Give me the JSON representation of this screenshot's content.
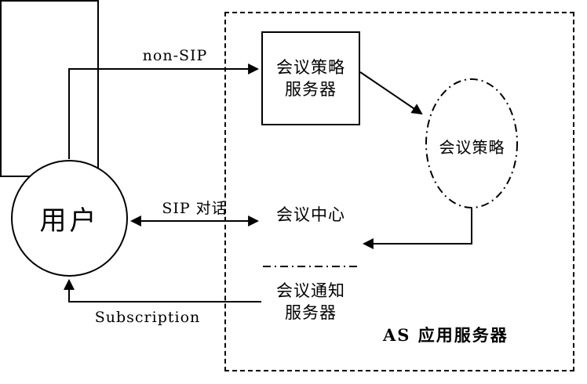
{
  "diagram": {
    "user": {
      "label": "用户"
    },
    "as_container": {
      "label": "AS 应用服务器"
    },
    "policy_server": {
      "line1": "会议策略",
      "line2": "服务器"
    },
    "policy_ellipse": {
      "label": "会议策略"
    },
    "conference_center": {
      "label": "会议中心"
    },
    "notification_server": {
      "line1": "会议通知",
      "line2": "服务器"
    },
    "edges": {
      "non_sip": "non-SIP",
      "sip_dialog": "SIP 对话",
      "subscription": "Subscription"
    },
    "colors": {
      "line": "#000000",
      "background": "#ffffff"
    }
  }
}
